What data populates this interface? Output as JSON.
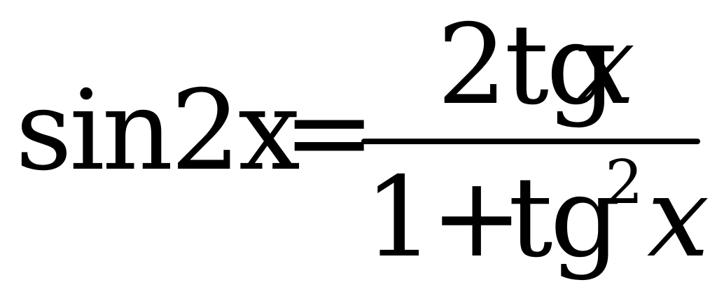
{
  "formula": {
    "lhs": "sin2x",
    "equals": "=",
    "numerator": {
      "coef_fn": "2tg",
      "var": "x"
    },
    "denominator": {
      "one_plus": "1+",
      "fn": "tg",
      "exponent": "2",
      "var": "x"
    }
  }
}
